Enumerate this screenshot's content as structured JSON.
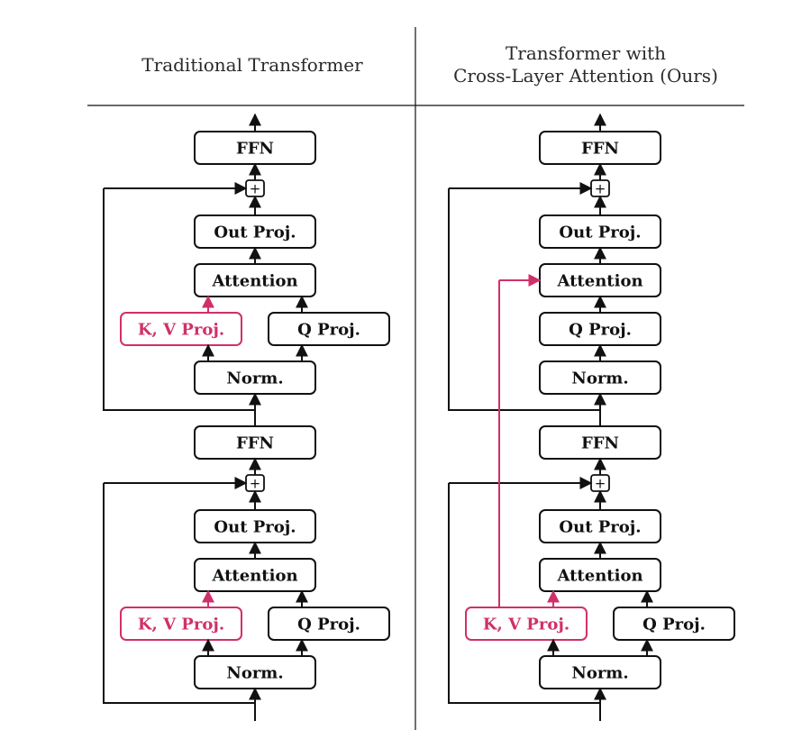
{
  "panels": {
    "left": {
      "title_line1": "Traditional Transformer",
      "title_line2": ""
    },
    "right": {
      "title_line1": "Transformer with",
      "title_line2": "Cross-Layer Attention (Ours)"
    }
  },
  "blocks": {
    "ffn": "FFN",
    "out_proj": "Out Proj.",
    "attention": "Attention",
    "kv_proj": "K, V Proj.",
    "q_proj": "Q Proj.",
    "norm": "Norm.",
    "add": "+"
  },
  "colors": {
    "ink": "#111111",
    "accent": "#d0306a",
    "box_fill": "#ffffff"
  }
}
